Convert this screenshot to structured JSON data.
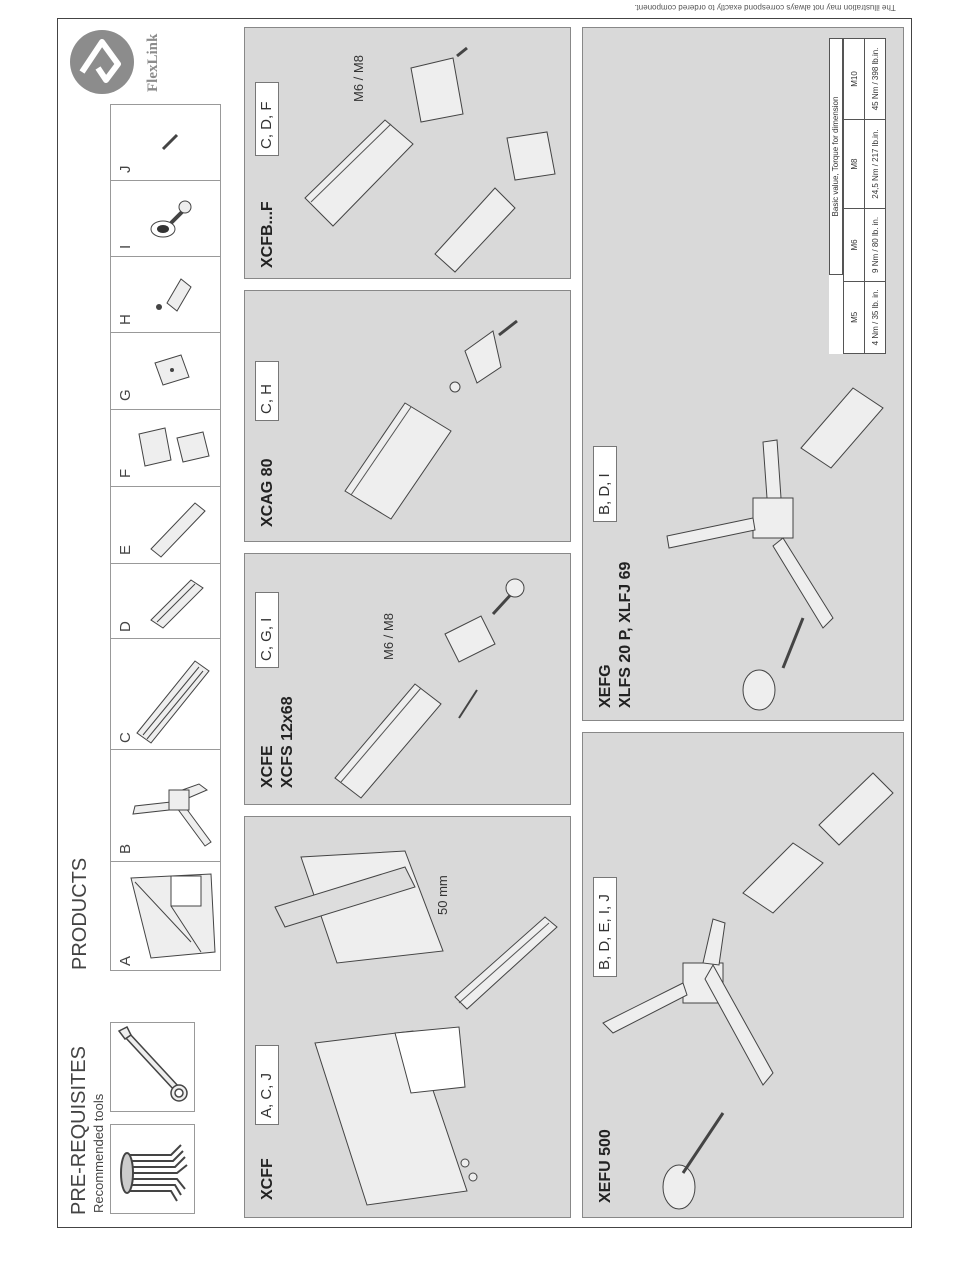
{
  "disclaimer": "The illustration may not always correspond exactly to ordered component.",
  "prerequisites": {
    "title": "PRE-REQUISITES",
    "subtitle": "Recommended tools"
  },
  "products": {
    "title": "PRODUCTS",
    "letters": [
      "A",
      "B",
      "C",
      "D",
      "E",
      "F",
      "G",
      "H",
      "I",
      "J"
    ]
  },
  "brand": {
    "name": "FlexLink"
  },
  "panels": {
    "xcff": {
      "title": "XCFF",
      "codes": "A, C, J",
      "dimension": "50 mm"
    },
    "xcfe": {
      "title_line1": "XCFE",
      "title_line2": "XCFS 12x68",
      "codes": "C, G, I",
      "note": "M6 / M8"
    },
    "xcag": {
      "title": "XCAG 80",
      "codes": "C, H"
    },
    "xcfb": {
      "title": "XCFB...F",
      "codes": "C, D, F",
      "note": "M6 / M8"
    },
    "xefu": {
      "title": "XEFU 500",
      "codes": "B, D, E, I, J"
    },
    "xefg": {
      "title_line1": "XEFG",
      "title_line2": "XLFS 20 P, XLFJ 69",
      "codes": "B, D, I"
    }
  },
  "torque_table": {
    "caption": "Basic value, Torque for dimension",
    "headers": [
      "M5",
      "M6",
      "M8",
      "M10"
    ],
    "values": [
      "4 Nm / 35 lb. in.",
      "9 Nm / 80 lb. in.",
      "24,5 Nm / 217 lb.in.",
      "45 Nm / 398 lb.in."
    ]
  },
  "colors": {
    "panel_bg": "#d9d9d9",
    "logo_gray": "#8c8c8c"
  }
}
